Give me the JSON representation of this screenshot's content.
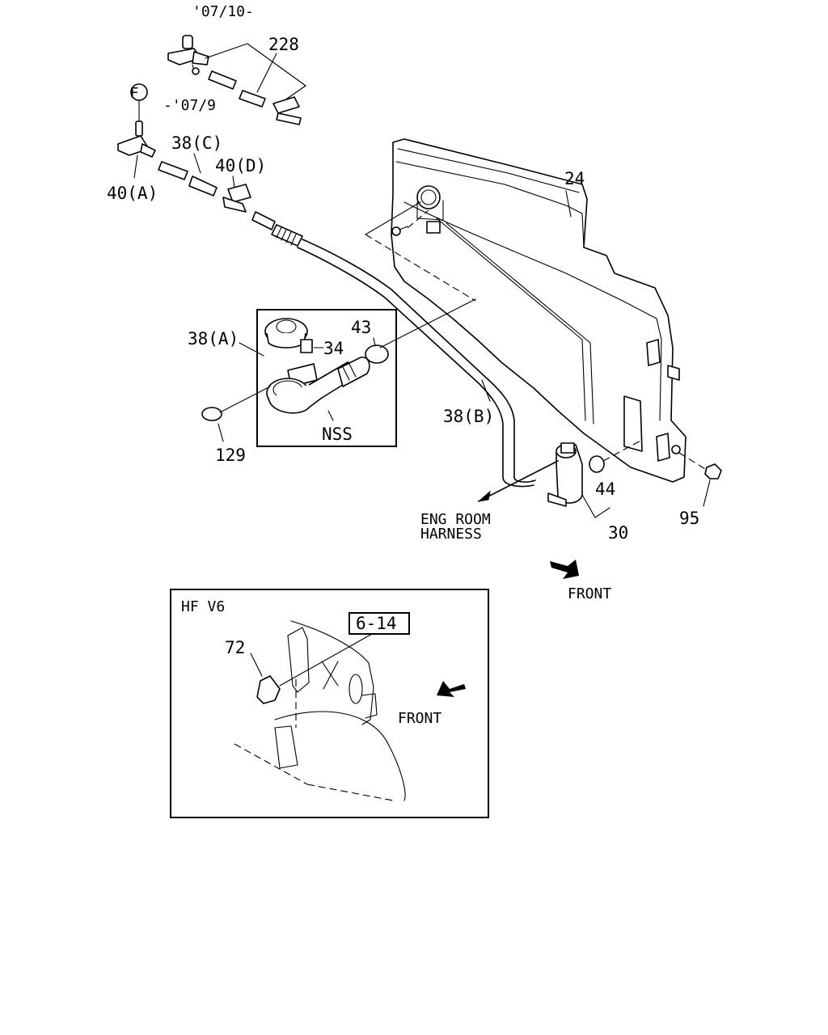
{
  "labels": {
    "date_from": "'07/10-",
    "date_to": "-'07/9",
    "p228": "228",
    "f_circle": "F",
    "p40a": "40(A)",
    "p38c": "38(C)",
    "p40d": "40(D)",
    "p24": "24",
    "p38a": "38(A)",
    "p34": "34",
    "p43": "43",
    "p38b": "38(B)",
    "pnss": "NSS",
    "p129": "129",
    "p44": "44",
    "p95": "95",
    "p30": "30",
    "eng_room": "ENG ROOM",
    "harness": "HARNESS",
    "front_main": "FRONT",
    "inset_title": "HF V6",
    "ref_6_14": "6-14",
    "p72": "72",
    "front_inset": "FRONT"
  }
}
